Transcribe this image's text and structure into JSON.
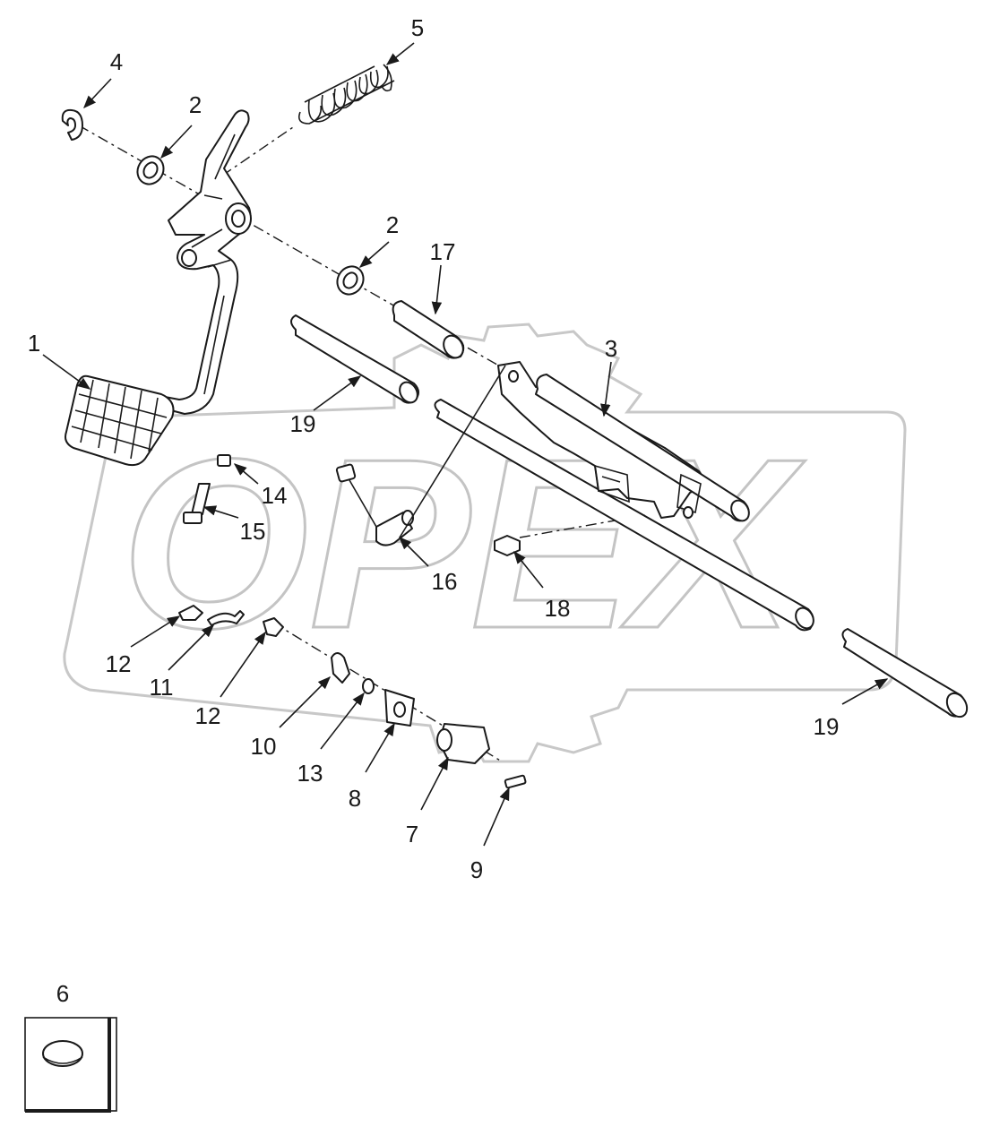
{
  "watermark": {
    "text": "OPEX"
  },
  "callouts": {
    "c1": "1",
    "c2a": "2",
    "c2b": "2",
    "c3": "3",
    "c4": "4",
    "c5": "5",
    "c6": "6",
    "c7": "7",
    "c8": "8",
    "c9": "9",
    "c10": "10",
    "c11": "11",
    "c12a": "12",
    "c12b": "12",
    "c13": "13",
    "c14": "14",
    "c15": "15",
    "c16": "16",
    "c17": "17",
    "c18": "18",
    "c19a": "19",
    "c19b": "19"
  },
  "colors": {
    "line": "#1a1a1a",
    "watermark": "#c4c4c4",
    "background": "#ffffff"
  }
}
